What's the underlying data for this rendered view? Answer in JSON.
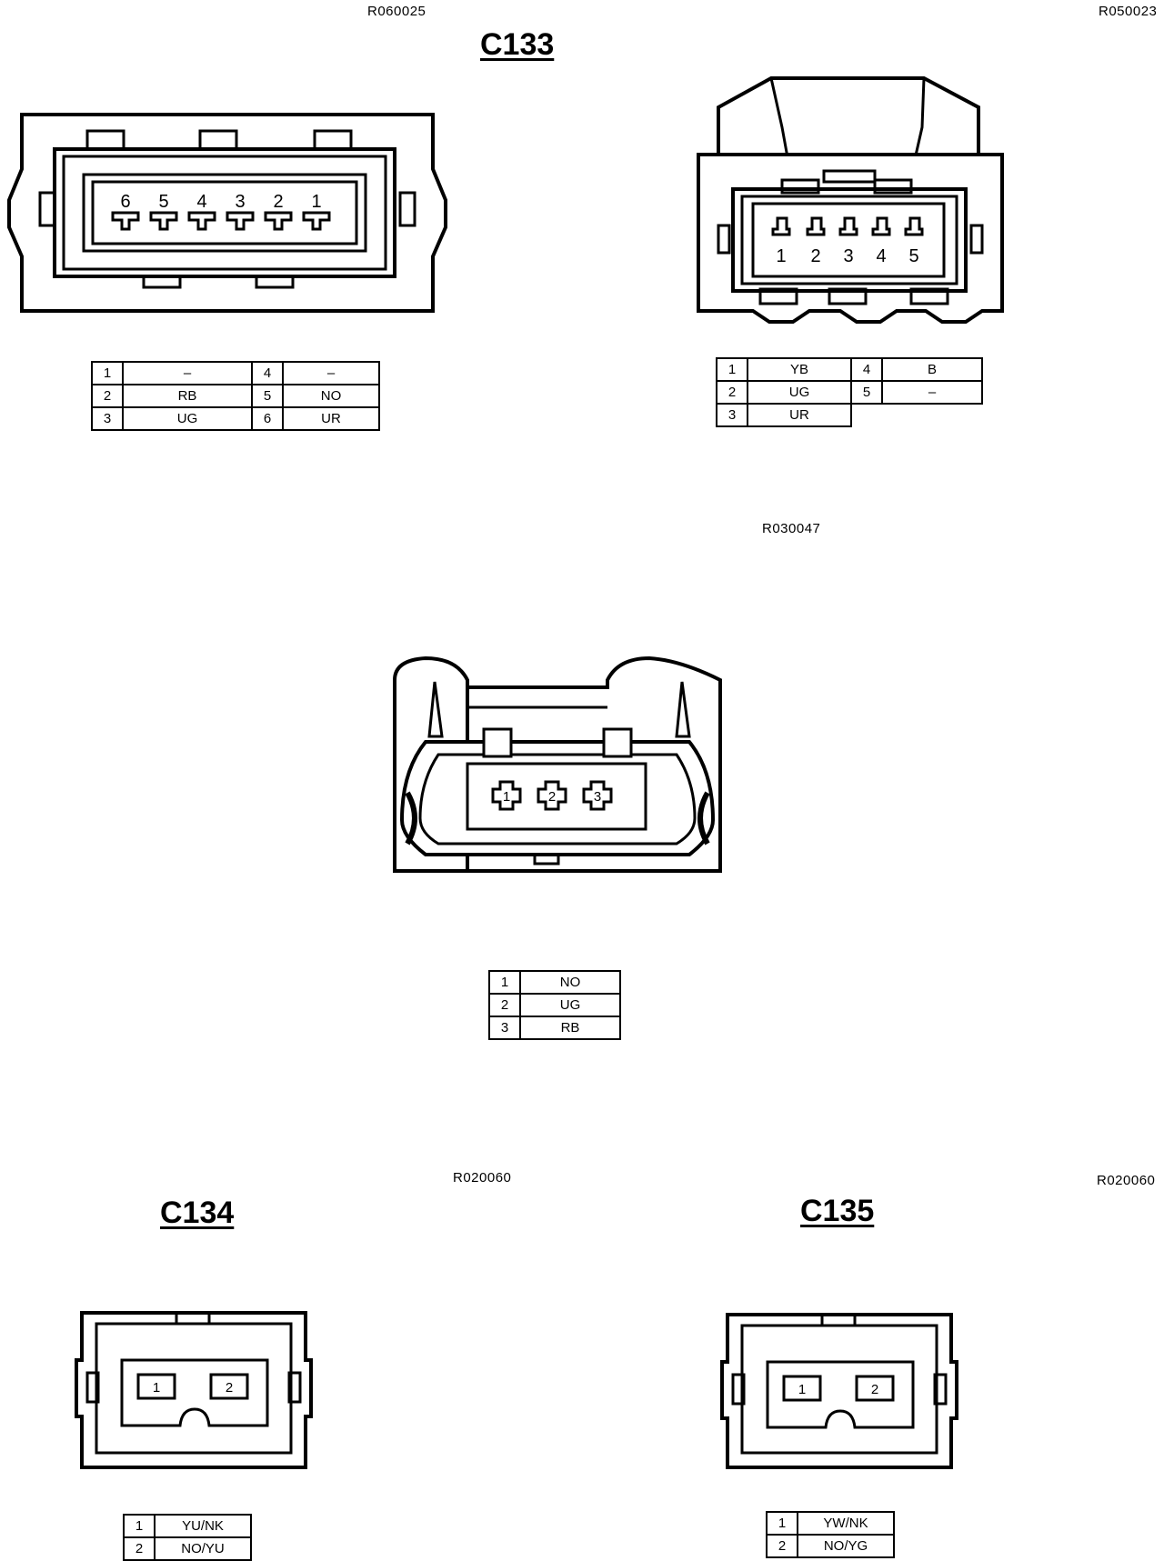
{
  "refs": {
    "c133_left": "R060025",
    "c133_right": "R050023",
    "middle": "R030047",
    "c134": "R020060",
    "c135": "R020060"
  },
  "titles": {
    "c133": "C133",
    "c134": "C134",
    "c135": "C135"
  },
  "connector_6pin": {
    "pin_numbers": [
      "6",
      "5",
      "4",
      "3",
      "2",
      "1"
    ],
    "table": [
      {
        "pin": "1",
        "wire": "–",
        "pin2": "4",
        "wire2": "–"
      },
      {
        "pin": "2",
        "wire": "RB",
        "pin2": "5",
        "wire2": "NO"
      },
      {
        "pin": "3",
        "wire": "UG",
        "pin2": "6",
        "wire2": "UR"
      }
    ]
  },
  "connector_5pin": {
    "pin_numbers": [
      "1",
      "2",
      "3",
      "4",
      "5"
    ],
    "table": [
      {
        "pin": "1",
        "wire": "YB",
        "pin2": "4",
        "wire2": "B"
      },
      {
        "pin": "2",
        "wire": "UG",
        "pin2": "5",
        "wire2": "–"
      },
      {
        "pin": "3",
        "wire": "UR"
      }
    ]
  },
  "connector_3pin": {
    "pin_numbers": [
      "1",
      "2",
      "3"
    ],
    "table": [
      {
        "pin": "1",
        "wire": "NO"
      },
      {
        "pin": "2",
        "wire": "UG"
      },
      {
        "pin": "3",
        "wire": "RB"
      }
    ]
  },
  "connector_c134": {
    "pin_numbers": [
      "1",
      "2"
    ],
    "table": [
      {
        "pin": "1",
        "wire": "YU/NK"
      },
      {
        "pin": "2",
        "wire": "NO/YU"
      }
    ]
  },
  "connector_c135": {
    "pin_numbers": [
      "1",
      "2"
    ],
    "table": [
      {
        "pin": "1",
        "wire": "YW/NK"
      },
      {
        "pin": "2",
        "wire": "NO/YG"
      }
    ]
  }
}
